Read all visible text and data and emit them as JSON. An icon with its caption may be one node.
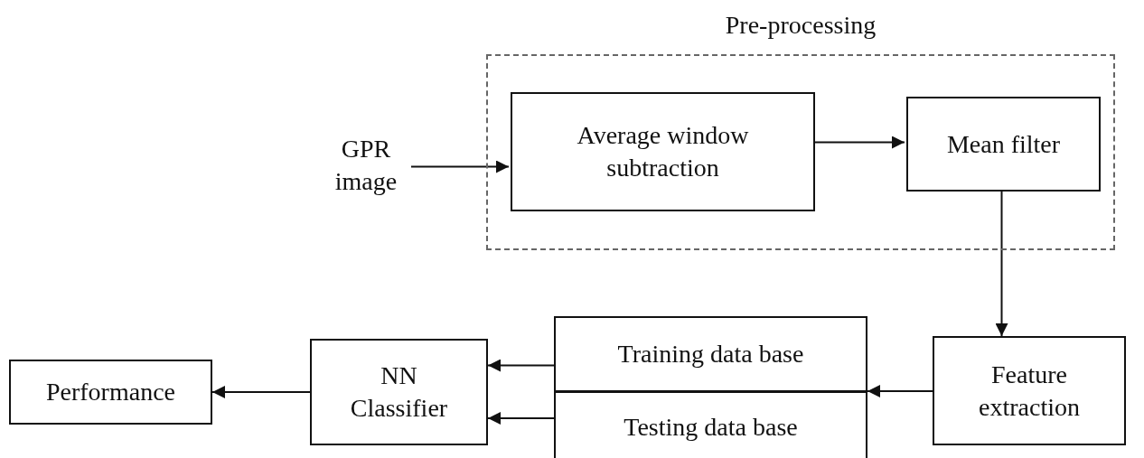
{
  "diagram": {
    "nodes": [
      {
        "text": [
          "Pre-processing"
        ]
      },
      {
        "text": [
          "GPR image"
        ]
      },
      {
        "text": [
          "Average window subtraction"
        ],
        "in": 0
      },
      {
        "text": [
          "Mean filter"
        ],
        "in": 0
      },
      {
        "text": [
          "Feature extraction"
        ]
      },
      {
        "text": [
          "Training data base"
        ]
      },
      {
        "text": [
          "Testing data base"
        ]
      },
      {
        "text": [
          "NN Classifier"
        ]
      },
      {
        "text": [
          "Performance"
        ]
      }
    ],
    "edges": [
      {
        "from": 1,
        "to": 2,
        "arrow": "to"
      },
      {
        "from": 2,
        "to": 3,
        "arrow": "to"
      },
      {
        "from": 3,
        "to": 4,
        "arrow": "to"
      },
      {
        "from": 4,
        "to": 5,
        "arrow": "to"
      },
      {
        "from": 4,
        "to": 6,
        "arrow": "to"
      },
      {
        "from": 5,
        "to": 7,
        "arrow": "to"
      },
      {
        "from": 6,
        "to": 7,
        "arrow": "to"
      },
      {
        "from": 7,
        "to": 8,
        "arrow": "to"
      }
    ]
  }
}
